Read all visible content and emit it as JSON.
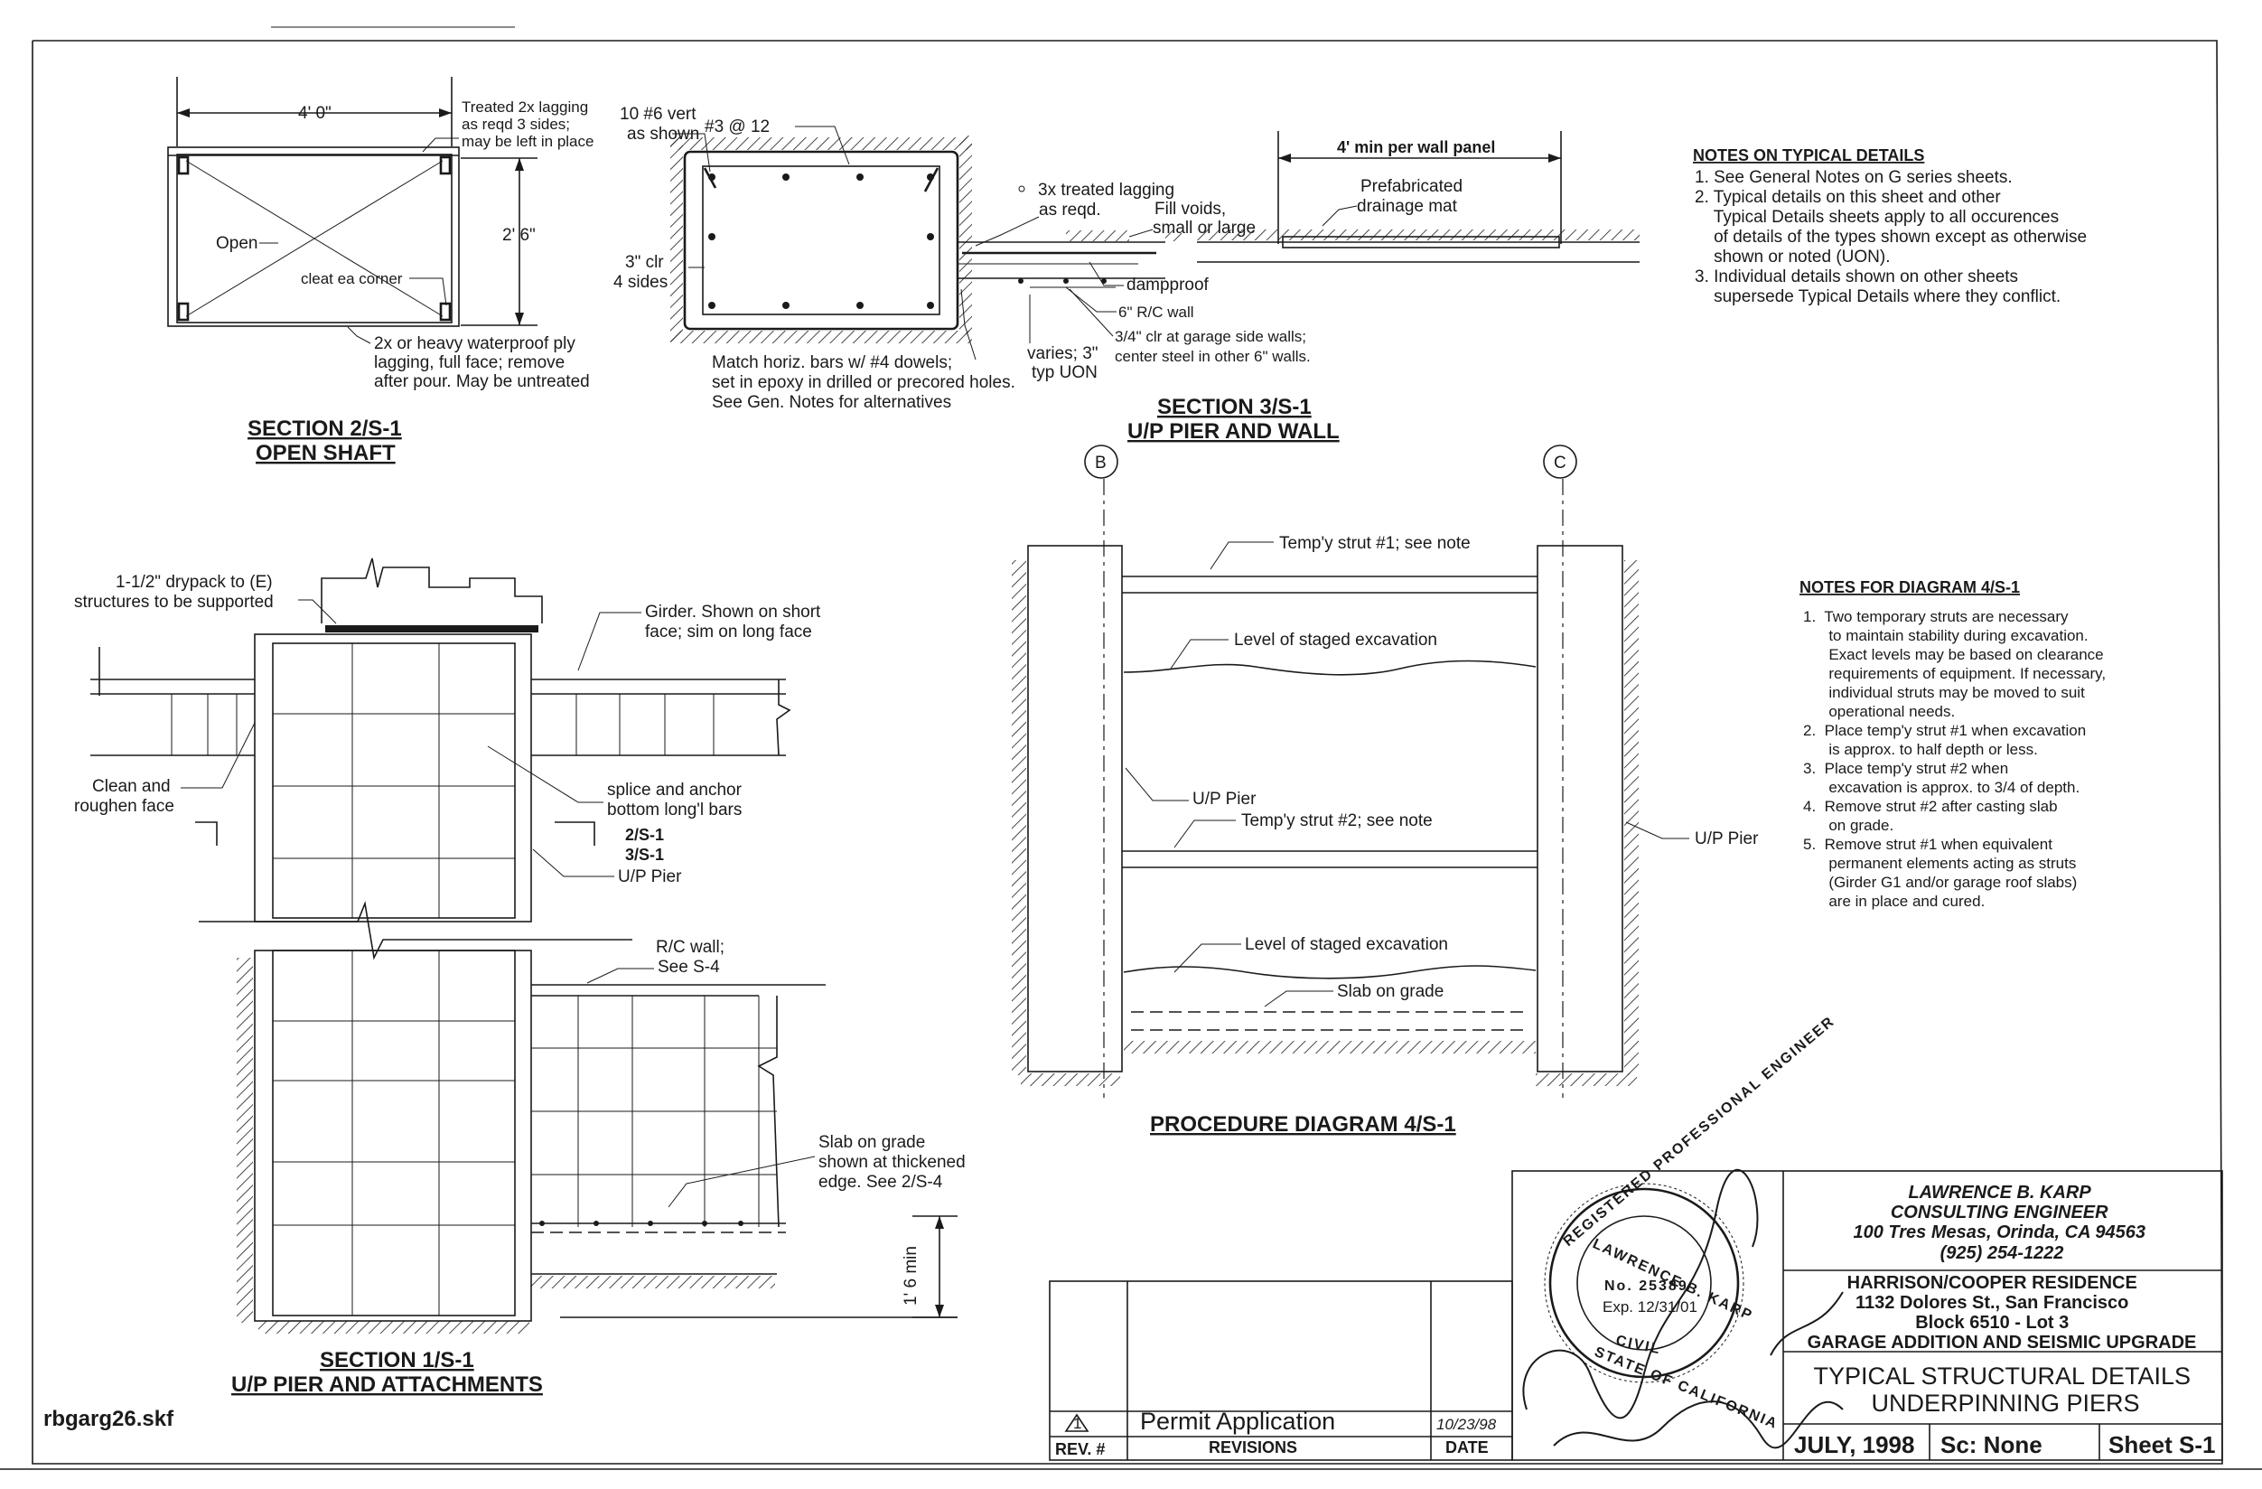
{
  "section_2": {
    "title": "SECTION 2/S-1",
    "subtitle": "OPEN SHAFT",
    "dim_width": "4' 0\"",
    "dim_height": "2' 6\"",
    "note_lagging": [
      "Treated 2x lagging",
      "as reqd 3 sides;",
      "may be left in place"
    ],
    "label_open": "Open",
    "label_cleat": "cleat ea corner",
    "note_ply": [
      "2x or heavy waterproof ply",
      "lagging, full face; remove",
      "after pour. May be untreated"
    ]
  },
  "section_3": {
    "title": "SECTION 3/S-1",
    "subtitle": "U/P PIER AND WALL",
    "note_vert": [
      "10 #6 vert",
      "as shown"
    ],
    "note_ties": "#3 @ 12",
    "note_clr": [
      "3\" clr",
      "4 sides"
    ],
    "note_lagging": [
      "3x treated lagging",
      "as reqd."
    ],
    "note_fill": [
      "Fill voids,",
      "small or large"
    ],
    "note_dampproof": "dampproof",
    "note_wall": "6\" R/C wall",
    "note_steel": [
      "3/4\" clr at garage side walls;",
      "center steel in other 6\" walls."
    ],
    "note_varies": [
      "varies; 3\"",
      "typ UON"
    ],
    "note_dowels": [
      "Match horiz. bars w/ #4 dowels;",
      "set in epoxy in drilled or precored holes.",
      "See Gen. Notes for alternatives"
    ],
    "panel_dim": "4' min per wall panel",
    "panel_label": [
      "Prefabricated",
      "drainage mat"
    ]
  },
  "notes_typical": {
    "heading": "NOTES ON TYPICAL DETAILS",
    "lines": [
      "1. See General Notes on G series sheets.",
      "2. Typical details on this sheet and other",
      "    Typical Details sheets apply to all occurences",
      "    of details of the types shown except as otherwise",
      "    shown or noted (UON).",
      "3. Individual details shown on other sheets",
      "    supersede Typical Details where they conflict."
    ]
  },
  "diagram_4": {
    "title": "PROCEDURE DIAGRAM 4/S-1",
    "grid_b": "B",
    "grid_c": "C",
    "strut_1": "Temp'y strut #1; see note",
    "strut_2": "Temp'y strut #2; see note",
    "level_1": "Level of staged excavation",
    "level_2": "Level of staged excavation",
    "slab": "Slab on grade",
    "pier_left": "U/P Pier",
    "pier_right": "U/P Pier"
  },
  "notes_diagram": {
    "heading": "NOTES FOR DIAGRAM 4/S-1",
    "lines": [
      "1.  Two temporary struts are necessary",
      "      to maintain stability during excavation.",
      "      Exact levels may be based on clearance",
      "      requirements of equipment. If necessary,",
      "      individual struts may be moved to suit",
      "      operational needs.",
      "2.  Place temp'y strut #1 when excavation",
      "      is approx. to half depth or less.",
      "3.  Place temp'y strut #2 when",
      "      excavation is approx. to 3/4 of depth.",
      "4.  Remove strut #2 after casting slab",
      "      on grade.",
      "5.  Remove strut #1 when equivalent",
      "      permanent elements acting as struts",
      "      (Girder G1 and/or garage roof slabs)",
      "      are in place and cured."
    ]
  },
  "section_1": {
    "title": "SECTION 1/S-1",
    "subtitle": "U/P PIER AND ATTACHMENTS",
    "note_drypack": [
      "1-1/2\" drypack to (E)",
      "structures to be supported"
    ],
    "note_girder": [
      "Girder. Shown on short",
      "face; sim on long face"
    ],
    "note_clean": [
      "Clean and",
      "roughen face"
    ],
    "note_splice": [
      "splice and anchor",
      "bottom long'l bars"
    ],
    "ref_1": "2/S-1",
    "ref_2": "3/S-1",
    "note_pier": "U/P Pier",
    "note_wall": [
      "R/C wall;",
      "See S-4"
    ],
    "note_slab": [
      "Slab on grade",
      "shown at thickened",
      "edge. See 2/S-4"
    ],
    "dim_min": "1' 6 min"
  },
  "file_name": "rbgarg26.skf",
  "revisions": {
    "rev_mark": "1",
    "entry": "Permit Application",
    "entry_date": "10/23/98",
    "col_rev": "REV. #",
    "col_revisions": "REVISIONS",
    "col_date": "DATE"
  },
  "seal": {
    "ring_top": "REGISTERED PROFESSIONAL ENGINEER",
    "name": "LAWRENCE B. KARP",
    "number": "No. 25389",
    "expiry": "Exp. 12/31/01",
    "discipline": "CIVIL",
    "state": "STATE OF CALIFORNIA"
  },
  "title_block": {
    "engineer": [
      "LAWRENCE B. KARP",
      "CONSULTING ENGINEER",
      "100 Tres Mesas, Orinda, CA 94563",
      "(925) 254-1222"
    ],
    "project": [
      "HARRISON/COOPER RESIDENCE",
      "1132 Dolores St., San Francisco",
      "Block 6510 - Lot 3",
      "GARAGE ADDITION AND SEISMIC UPGRADE"
    ],
    "sheet_title": [
      "TYPICAL STRUCTURAL DETAILS",
      "UNDERPINNING PIERS"
    ],
    "date": "JULY, 1998",
    "scale": "Sc:  None",
    "sheet": "Sheet S-1"
  }
}
